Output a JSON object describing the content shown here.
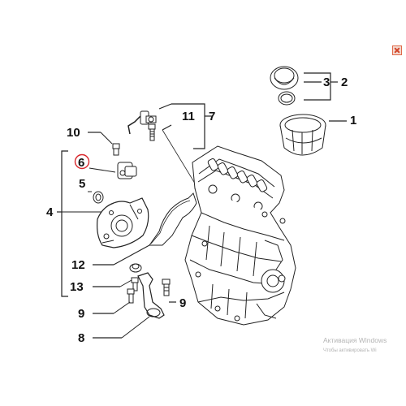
{
  "window": {
    "close_icon": "close-icon"
  },
  "callouts": {
    "c1": "1",
    "c2": "2",
    "c3": "3",
    "c4": "4",
    "c5": "5",
    "c6": "6",
    "c7": "7",
    "c8": "8",
    "c9a": "9",
    "c9b": "9",
    "c10": "10",
    "c11": "11",
    "c12": "12",
    "c13": "13"
  },
  "highlight": {
    "callout": "6",
    "color": "#d9262b"
  },
  "watermark": {
    "line1": "Активация Windows",
    "line2": "Чтобы активировать Wi"
  }
}
